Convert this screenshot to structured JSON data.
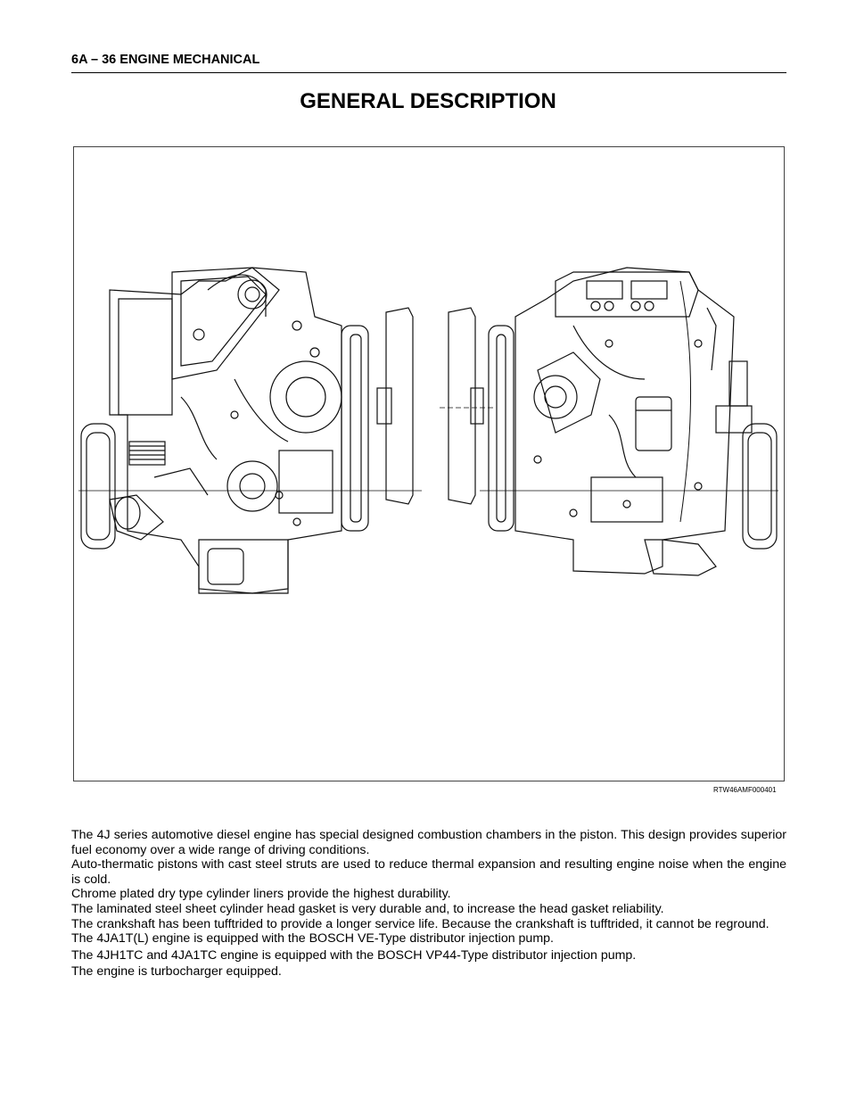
{
  "header": {
    "text": "6A – 36  ENGINE MECHANICAL"
  },
  "title": "GENERAL DESCRIPTION",
  "figure": {
    "icon": "engine-drawing-icon",
    "code": "RTW46AMF000401"
  },
  "paragraphs": [
    "The 4J series automotive diesel engine has special designed combustion chambers in the piston. This design provides superior fuel economy over a wide range of driving conditions.",
    "Auto-thermatic pistons with cast steel struts are used to reduce thermal expansion and resulting engine noise when the engine is cold.",
    "Chrome plated dry type cylinder liners provide the highest durability.",
    "The laminated steel sheet cylinder head gasket is very durable and, to increase the head gasket reliability.",
    "The crankshaft has been tufftrided to provide a longer service life. Because the crankshaft is tufftrided, it cannot be reground.",
    "The 4JA1T(L) engine is equipped with the BOSCH VE-Type distributor injection pump.",
    "The 4JH1TC and 4JA1TC engine is equipped with the BOSCH VP44-Type distributor injection pump.",
    "The engine is turbocharger equipped."
  ]
}
